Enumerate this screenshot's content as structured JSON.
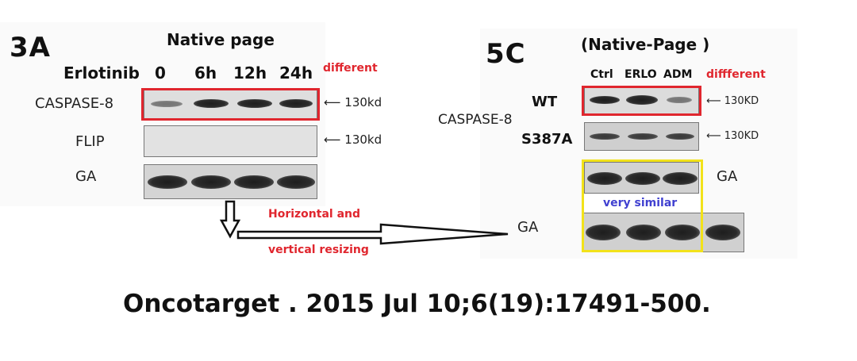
{
  "panel_3a": {
    "figure_label": "3A",
    "title": "Native page",
    "treatment": "Erlotinib",
    "timepoints": [
      "0",
      "6h",
      "12h",
      "24h"
    ],
    "note": "different",
    "rows": [
      "CASPASE-8",
      "FLIP",
      "GA"
    ],
    "size_caspase": "130kd",
    "size_flip": "130kd"
  },
  "panel_5c": {
    "figure_label": "5C",
    "title": "(Native-Page )",
    "lanes": [
      "Ctrl",
      "ERLO",
      "ADM"
    ],
    "note": "diffferent",
    "protein": "CASPASE-8",
    "variants": [
      "WT",
      "S387A"
    ],
    "ga_label": "GA",
    "size_wt": "130KD",
    "size_s387a": "130KD",
    "similar_note": "very similar"
  },
  "annotation": {
    "line1": "Horizontal and",
    "line2": "vertical resizing",
    "ga_label": "GA"
  },
  "citation": "Oncotarget . 2015 Jul 10;6(19):17491-500.",
  "colors": {
    "highlight_red": "#e0262e",
    "highlight_yellow": "#f2e21a",
    "note_blue": "#4040d0"
  }
}
